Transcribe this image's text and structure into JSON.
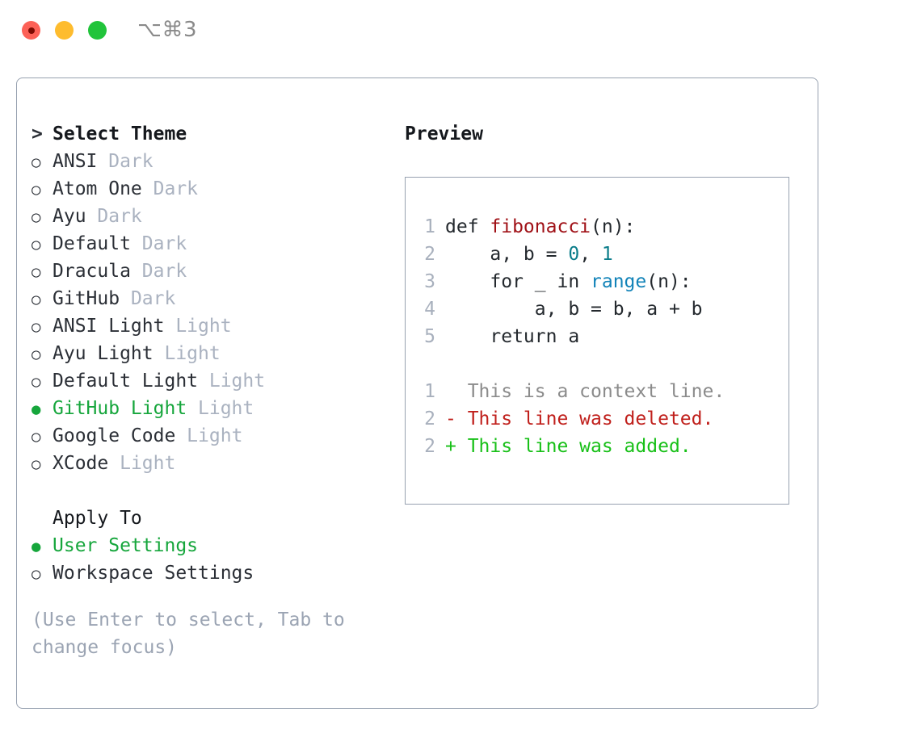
{
  "titlebar": {
    "shortcut": "⌥⌘3",
    "buttons": [
      "close",
      "minimize",
      "maximize"
    ]
  },
  "theme_picker": {
    "header": "Select Theme",
    "header_marker": ">",
    "marker_unselected": "○",
    "marker_selected": "●",
    "accent_color": "#16a63c",
    "items": [
      {
        "name": "ANSI",
        "category": "Dark",
        "selected": false
      },
      {
        "name": "Atom One",
        "category": "Dark",
        "selected": false
      },
      {
        "name": "Ayu",
        "category": "Dark",
        "selected": false
      },
      {
        "name": "Default",
        "category": "Dark",
        "selected": false
      },
      {
        "name": "Dracula",
        "category": "Dark",
        "selected": false
      },
      {
        "name": "GitHub",
        "category": "Dark",
        "selected": false
      },
      {
        "name": "ANSI Light",
        "category": "Light",
        "selected": false
      },
      {
        "name": "Ayu Light",
        "category": "Light",
        "selected": false
      },
      {
        "name": "Default Light",
        "category": "Light",
        "selected": false
      },
      {
        "name": "GitHub Light",
        "category": "Light",
        "selected": true
      },
      {
        "name": "Google Code",
        "category": "Light",
        "selected": false
      },
      {
        "name": "XCode",
        "category": "Light",
        "selected": false
      }
    ]
  },
  "apply_to": {
    "header": "Apply To",
    "options": [
      {
        "name": "User Settings",
        "selected": true
      },
      {
        "name": "Workspace Settings",
        "selected": false
      }
    ]
  },
  "hint": "(Use Enter to select, Tab to change focus)",
  "preview": {
    "title": "Preview",
    "code_lines": [
      {
        "number": "1",
        "tokens": [
          {
            "text": "def ",
            "type": "plain"
          },
          {
            "text": "fibonacci",
            "type": "func"
          },
          {
            "text": "(n):",
            "type": "plain"
          }
        ]
      },
      {
        "number": "2",
        "tokens": [
          {
            "text": "    a, b = ",
            "type": "plain"
          },
          {
            "text": "0",
            "type": "num"
          },
          {
            "text": ", ",
            "type": "plain"
          },
          {
            "text": "1",
            "type": "num"
          }
        ]
      },
      {
        "number": "3",
        "tokens": [
          {
            "text": "    for _ in ",
            "type": "plain"
          },
          {
            "text": "range",
            "type": "builtin"
          },
          {
            "text": "(n):",
            "type": "plain"
          }
        ]
      },
      {
        "number": "4",
        "tokens": [
          {
            "text": "        a, b = b, a + b",
            "type": "plain"
          }
        ]
      },
      {
        "number": "5",
        "tokens": [
          {
            "text": "    return a",
            "type": "plain"
          }
        ]
      }
    ],
    "diff_lines": [
      {
        "number": "1",
        "prefix": "  ",
        "text": "This is a context line.",
        "type": "ctx"
      },
      {
        "number": "2",
        "prefix": "- ",
        "text": "This line was deleted.",
        "type": "del"
      },
      {
        "number": "2",
        "prefix": "+ ",
        "text": "This line was added.",
        "type": "add"
      }
    ]
  }
}
